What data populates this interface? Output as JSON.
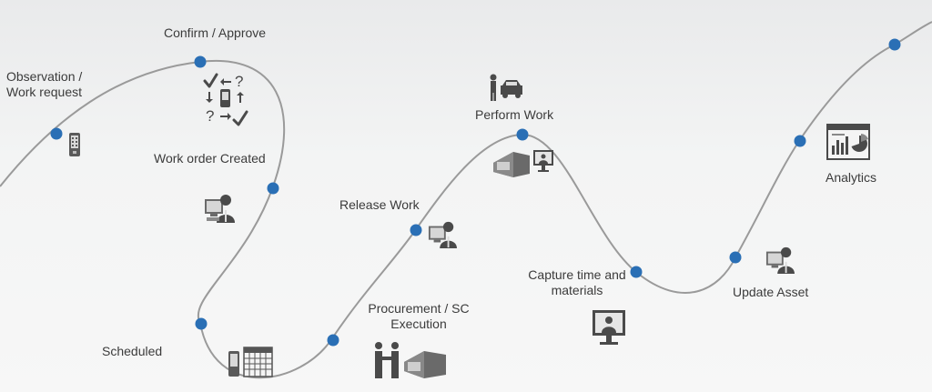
{
  "stages": [
    {
      "id": "observation",
      "label_lines": [
        "Observation /",
        "Work request"
      ],
      "icon": "mobile-device-icon"
    },
    {
      "id": "confirm",
      "label_lines": [
        "Confirm / Approve"
      ],
      "icon": "approval-matrix-icon"
    },
    {
      "id": "work-order",
      "label_lines": [
        "Work order Created"
      ],
      "icon": "user-at-computer-icon"
    },
    {
      "id": "scheduled",
      "label_lines": [
        "Scheduled"
      ],
      "icon": "mobile-and-calendar-icon"
    },
    {
      "id": "procurement",
      "label_lines": [
        "Procurement / SC",
        "Execution"
      ],
      "icon": "handshake-warehouse-icon"
    },
    {
      "id": "release",
      "label_lines": [
        "Release Work"
      ],
      "icon": "user-at-computer-icon"
    },
    {
      "id": "perform",
      "label_lines": [
        "Perform Work"
      ],
      "icon": "worker-vehicle-icon"
    },
    {
      "id": "capture",
      "label_lines": [
        "Capture time and",
        "materials"
      ],
      "icon": "monitor-user-icon"
    },
    {
      "id": "update",
      "label_lines": [
        "Update Asset"
      ],
      "icon": "user-at-computer-icon"
    },
    {
      "id": "analytics",
      "label_lines": [
        "Analytics"
      ],
      "icon": "analytics-dashboard-icon"
    }
  ],
  "colors": {
    "curve": "#9a9a9a",
    "node": "#2a6fb5",
    "icon": "#4a4a4a",
    "label": "#3b3b3b"
  }
}
